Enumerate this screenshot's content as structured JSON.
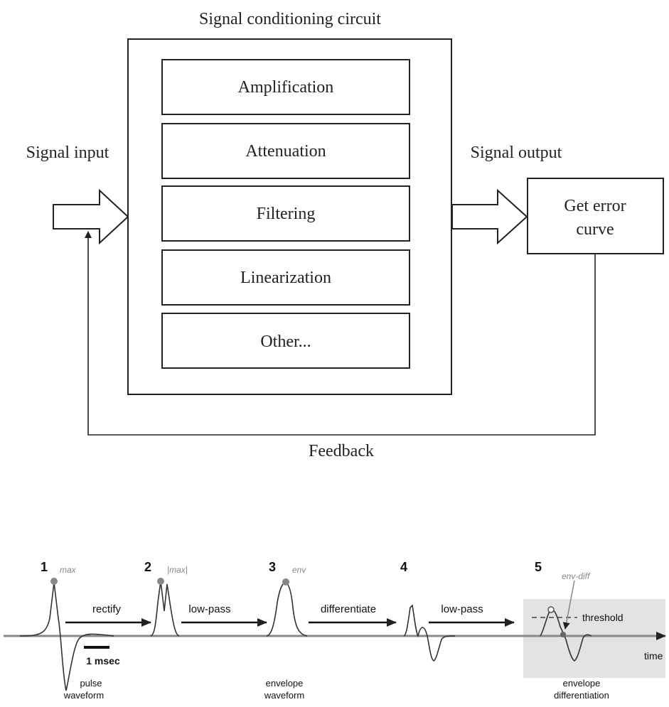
{
  "block_diagram": {
    "title": "Signal conditioning circuit",
    "input_label": "Signal input",
    "output_label": "Signal output",
    "stages": [
      "Amplification",
      "Attenuation",
      "Filtering",
      "Linearization",
      "Other..."
    ],
    "error_box_line1": "Get error",
    "error_box_line2": "curve",
    "feedback_label": "Feedback"
  },
  "processing_chain": {
    "step_numbers": [
      "1",
      "2",
      "3",
      "4",
      "5"
    ],
    "markers": [
      "max",
      "|max|",
      "env",
      "env-diff"
    ],
    "operations": [
      "rectify",
      "low-pass",
      "differentiate",
      "low-pass"
    ],
    "threshold_label": "threshold",
    "scale_label": "1 msec",
    "time_label": "time",
    "captions": {
      "pulse_line1": "pulse",
      "pulse_line2": "waveform",
      "envelope_line1": "envelope",
      "envelope_line2": "waveform",
      "diff_line1": "envelope",
      "diff_line2": "differentiation"
    }
  },
  "colors": {
    "line": "#222222",
    "marker_dot": "#888888",
    "highlight_fill": "#e3e3e3"
  }
}
